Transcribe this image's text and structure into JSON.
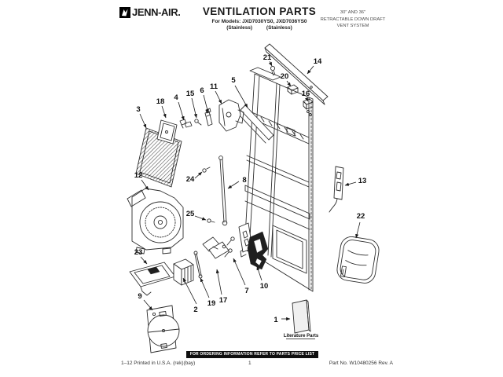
{
  "header": {
    "brand": "JENN-AIR.",
    "title": "VENTILATION PARTS",
    "models_line": "For Models: JXD7030YS0, JXD7036YS0",
    "finish_left": "(Stainless)",
    "finish_right": "(Stainless)",
    "spec_lines": [
      "30\" AND 36\"",
      "RETRACTABLE DOWN DRAFT",
      "VENT SYSTEM"
    ]
  },
  "diagram": {
    "callout_numbers": [
      "1",
      "2",
      "3",
      "4",
      "5",
      "6",
      "7",
      "8",
      "9",
      "10",
      "11",
      "12",
      "13",
      "14",
      "15",
      "16",
      "17",
      "18",
      "19",
      "20",
      "21",
      "22",
      "23",
      "24",
      "25"
    ],
    "literature_label": "Literature Parts"
  },
  "footer": {
    "ordering_notice": "FOR ORDERING INFORMATION REFER TO PARTS PRICE LIST",
    "printed_line": "1–12 Printed in U.S.A. (rek)(bay)",
    "page_number": "1",
    "part_number_line": "Part No. W10480256 Rev. A"
  },
  "colors": {
    "ink": "#1a1a1a",
    "paper": "#ffffff"
  }
}
